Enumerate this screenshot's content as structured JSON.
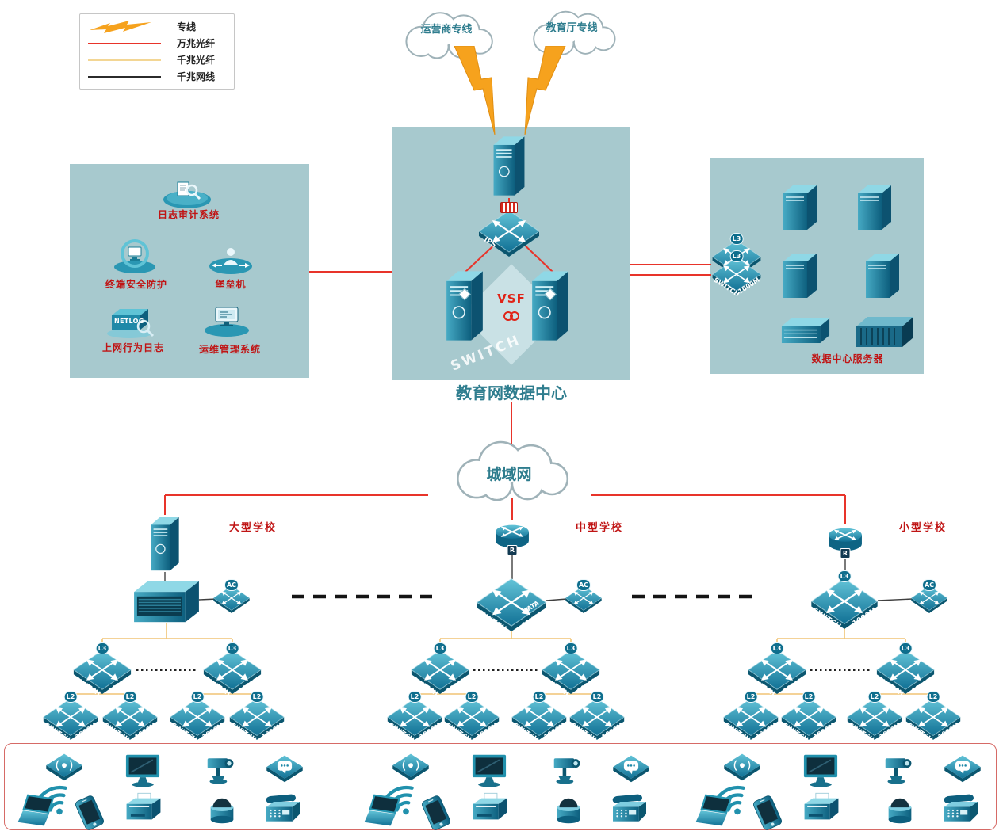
{
  "legend": {
    "items": [
      {
        "label": "专线"
      },
      {
        "label": "万兆光纤"
      },
      {
        "label": "千兆光纤"
      },
      {
        "label": "千兆网线"
      }
    ]
  },
  "clouds": {
    "isp": "运营商专线",
    "edu": "教育厅专线",
    "metro": "城域网"
  },
  "datacenter": {
    "title": "教育网数据中心",
    "ips_label": "IPS",
    "vsf_label": "VSF",
    "switch_watermark": "SWITCH"
  },
  "security": {
    "log_audit": "日志审计系统",
    "terminal_protect": "终端安全防护",
    "bastion": "堡垒机",
    "netlog": "NETLOG",
    "behavior_log": "上网行为日志",
    "ops": "运维管理系统"
  },
  "servers": {
    "title": "数据中心服务器"
  },
  "labels": {
    "switch_word": "SWITCH",
    "speed": "1000M",
    "l2": "L2",
    "l3": "L3",
    "ac": "AC",
    "r": "R",
    "data_word": "DATA",
    "center_word": "CENTER"
  },
  "schools": [
    {
      "name": "大型学校"
    },
    {
      "name": "中型学校"
    },
    {
      "name": "小型学校"
    }
  ],
  "terminals": {
    "icons": [
      "wireless-ap",
      "wifi-signal",
      "desktop-monitor",
      "ptz-camera",
      "voice-terminal",
      "laptop",
      "smartphone",
      "printer",
      "dome-camera",
      "telephone"
    ]
  },
  "colors": {
    "line_10g_fiber": "#e8342a",
    "line_1g_fiber": "#f0c475",
    "line_1g_copper": "#333333",
    "dedicated_line": "#f6a21d",
    "device_teal": "#1f89a8",
    "zone_bg": "#a7c9ce",
    "label_red": "#c01414",
    "title_teal": "#2f7d8e"
  }
}
